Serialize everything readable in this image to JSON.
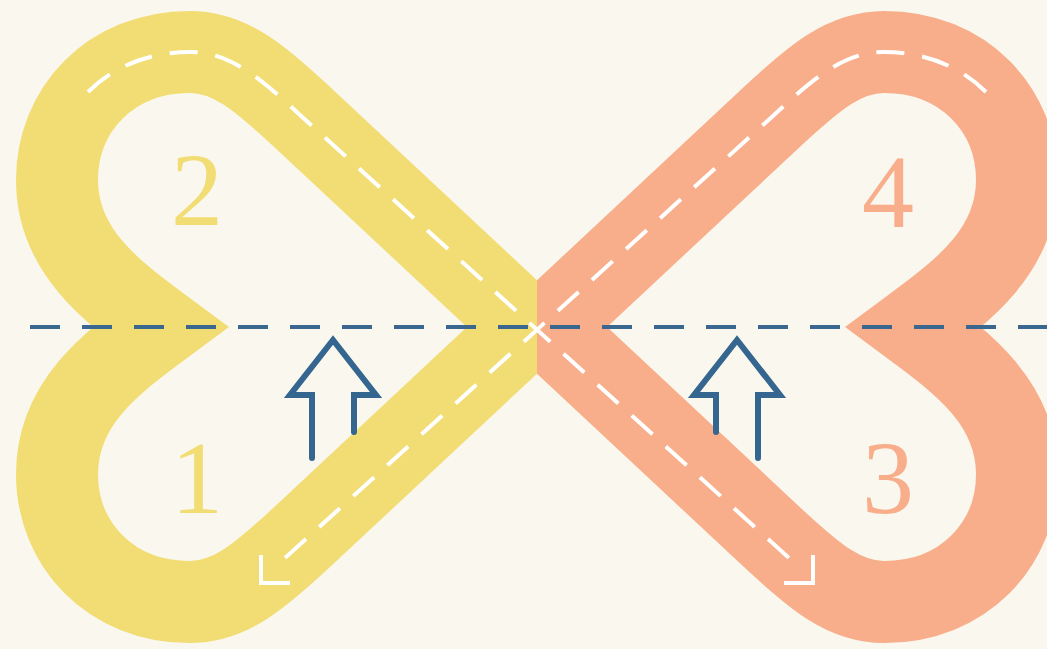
{
  "diagram": {
    "labels": [
      "2",
      "4",
      "1",
      "3"
    ]
  }
}
